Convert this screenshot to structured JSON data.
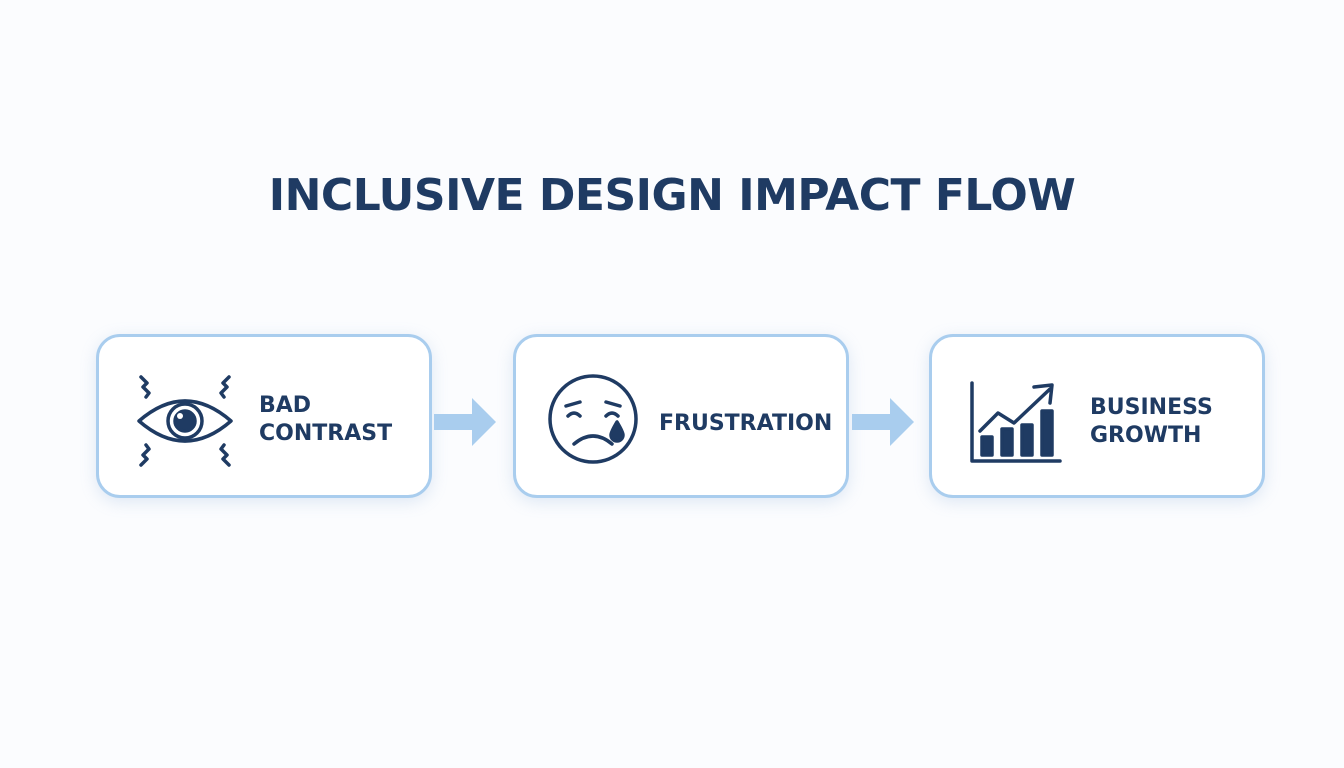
{
  "title": "INCLUSIVE DESIGN IMPACT FLOW",
  "steps": [
    {
      "label": "BAD\nCONTRAST",
      "icon": "distorted-eye-icon"
    },
    {
      "label": "FRUSTRATION",
      "icon": "sad-crying-face-icon"
    },
    {
      "label": "BUSINESS\nGROWTH",
      "icon": "growth-chart-icon"
    }
  ],
  "colors": {
    "text": "#1f3b63",
    "box_border": "#a9cdee",
    "arrow": "#a9cdee",
    "background": "#fbfcfe"
  }
}
